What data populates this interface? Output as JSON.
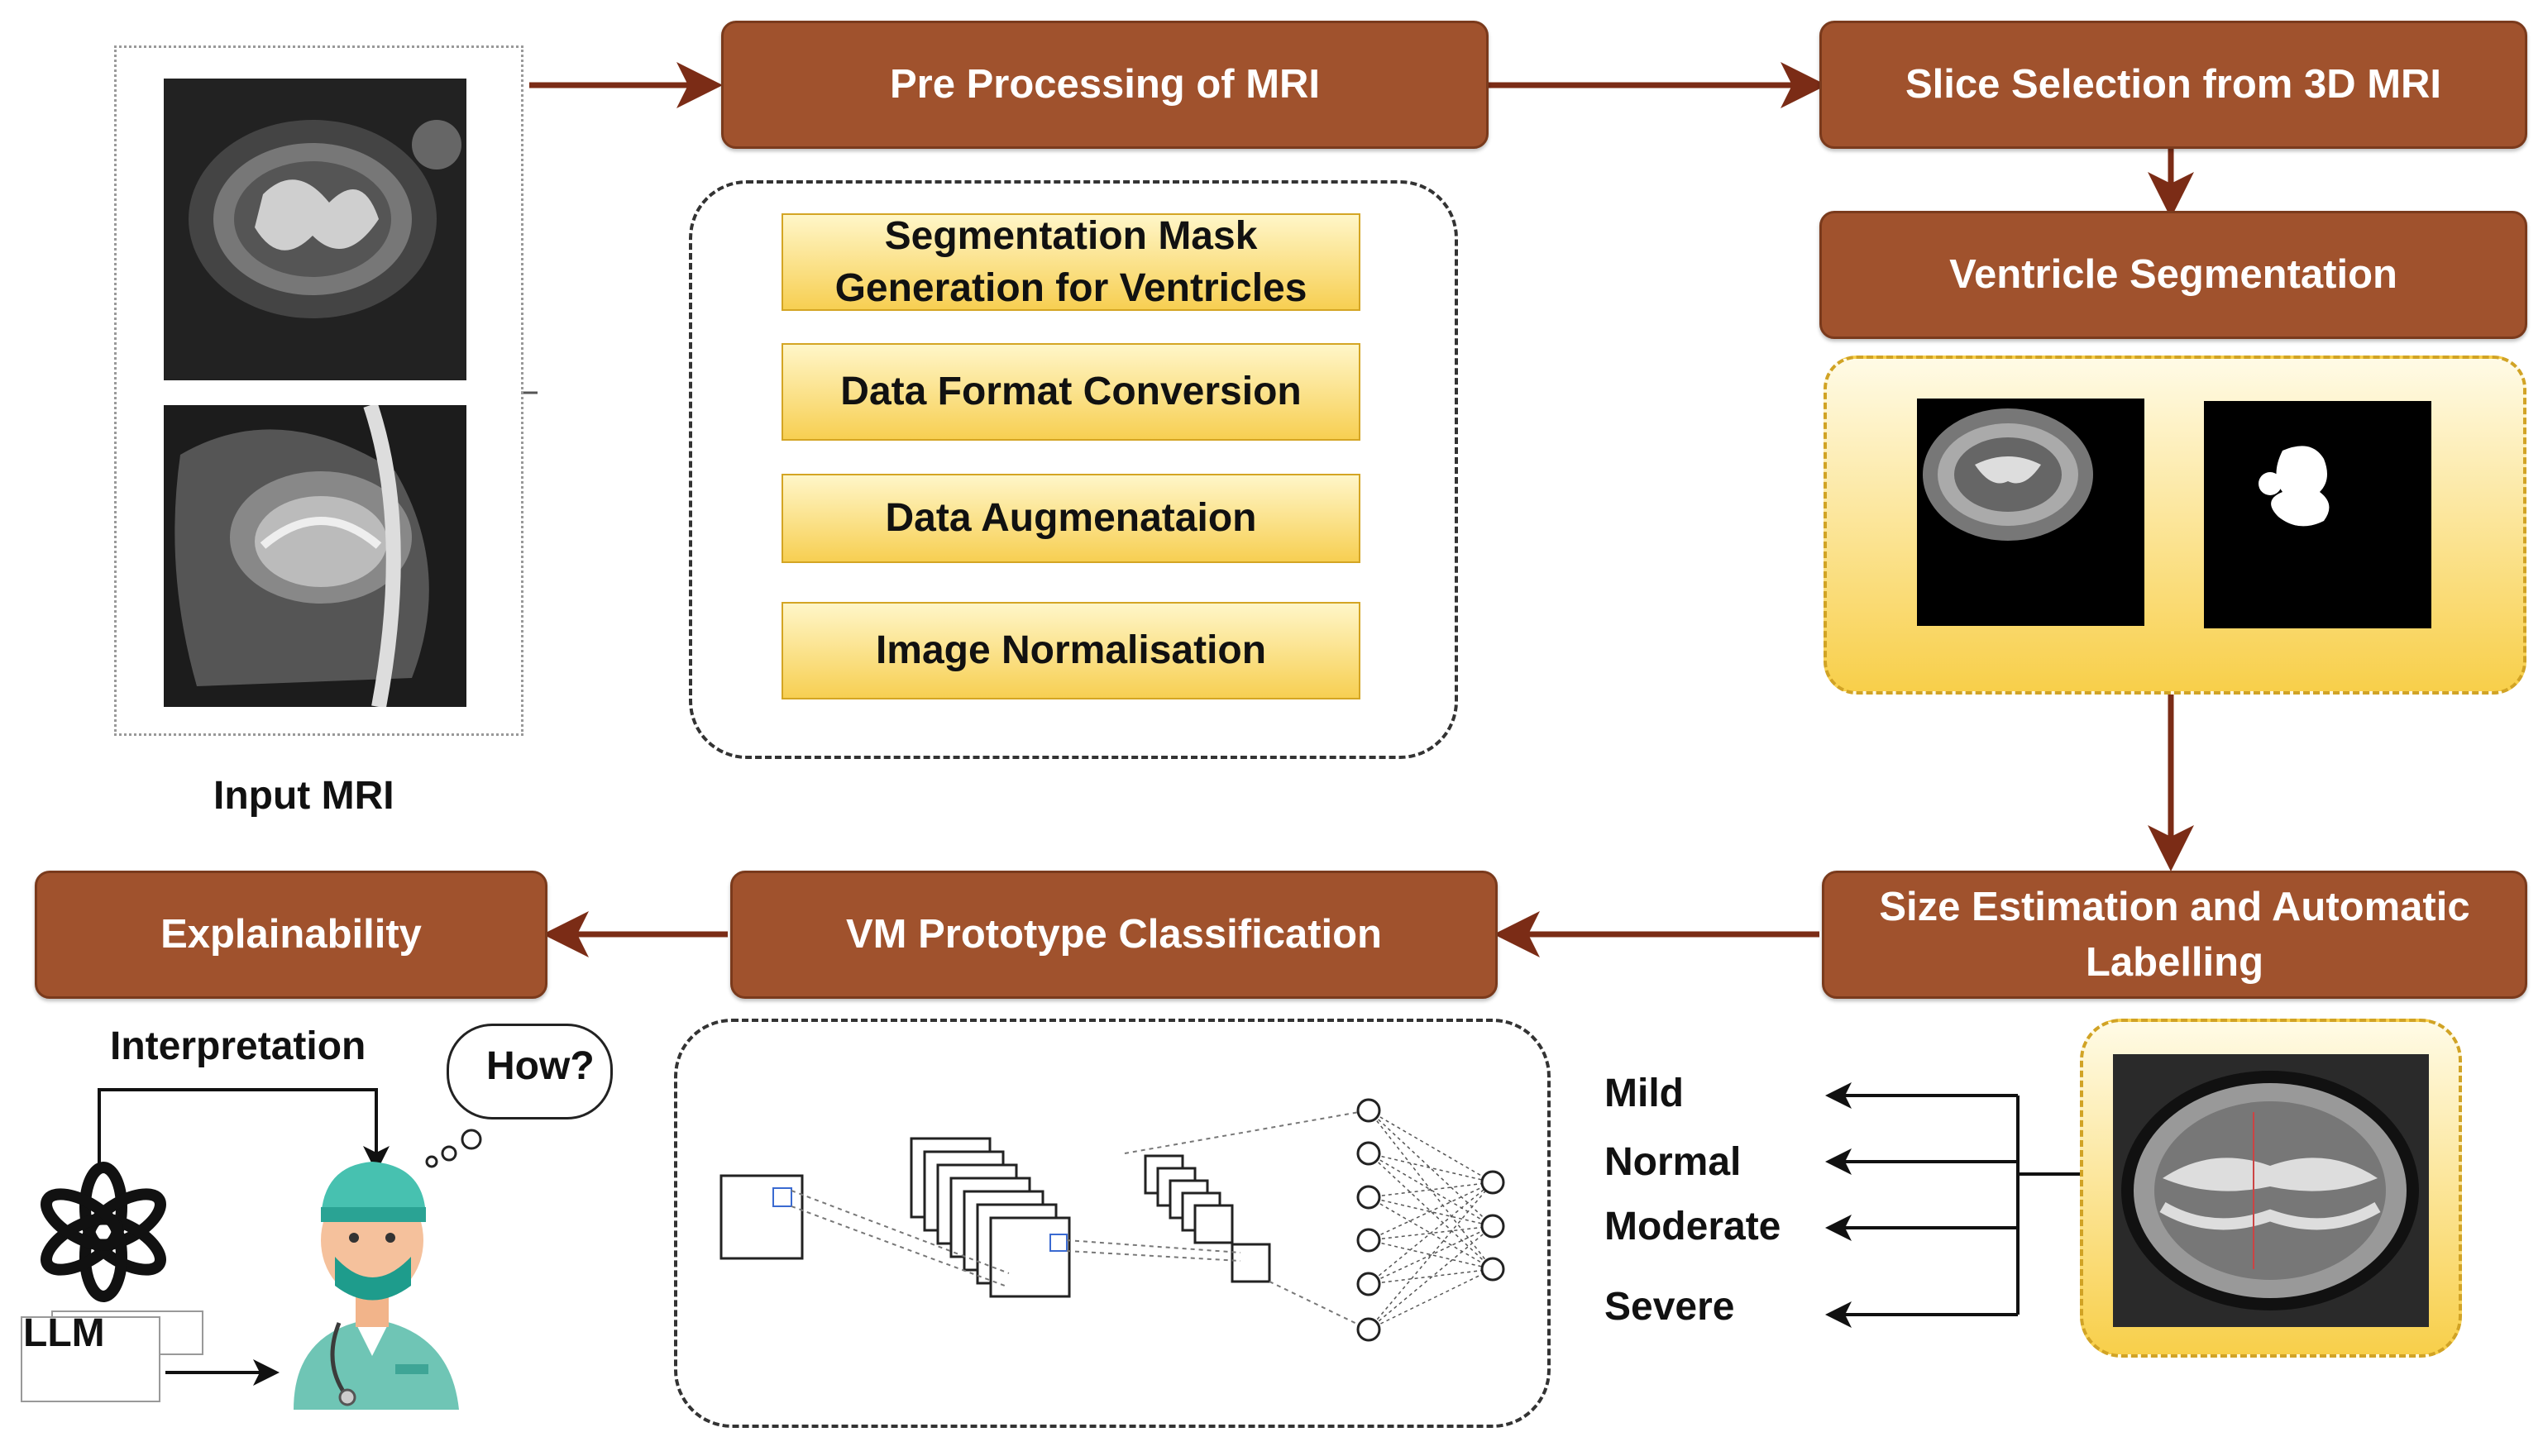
{
  "input": {
    "label": "Input MRI"
  },
  "steps": {
    "preprocessing": "Pre Processing of MRI",
    "slice_selection": "Slice Selection from 3D MRI",
    "ventricle_segmentation": "Ventricle Segmentation",
    "size_estimation": "Size Estimation and Automatic Labelling",
    "vm_classification": "VM Prototype Classification",
    "explainability": "Explainability"
  },
  "preprocessing_substeps": [
    "Segmentation Mask Generation for Ventricles",
    "Data Format Conversion",
    "Data Augmenataion",
    "Image Normalisation"
  ],
  "severity_labels": [
    "Mild",
    "Normal",
    "Moderate",
    "Severe"
  ],
  "explainability": {
    "interpretation": "Interpretation",
    "thought": "How?",
    "llm": "LLM"
  },
  "colors": {
    "step_fill": "#a0522d",
    "arrow": "#7b2c16",
    "substep_fill": "#f7cf52"
  }
}
